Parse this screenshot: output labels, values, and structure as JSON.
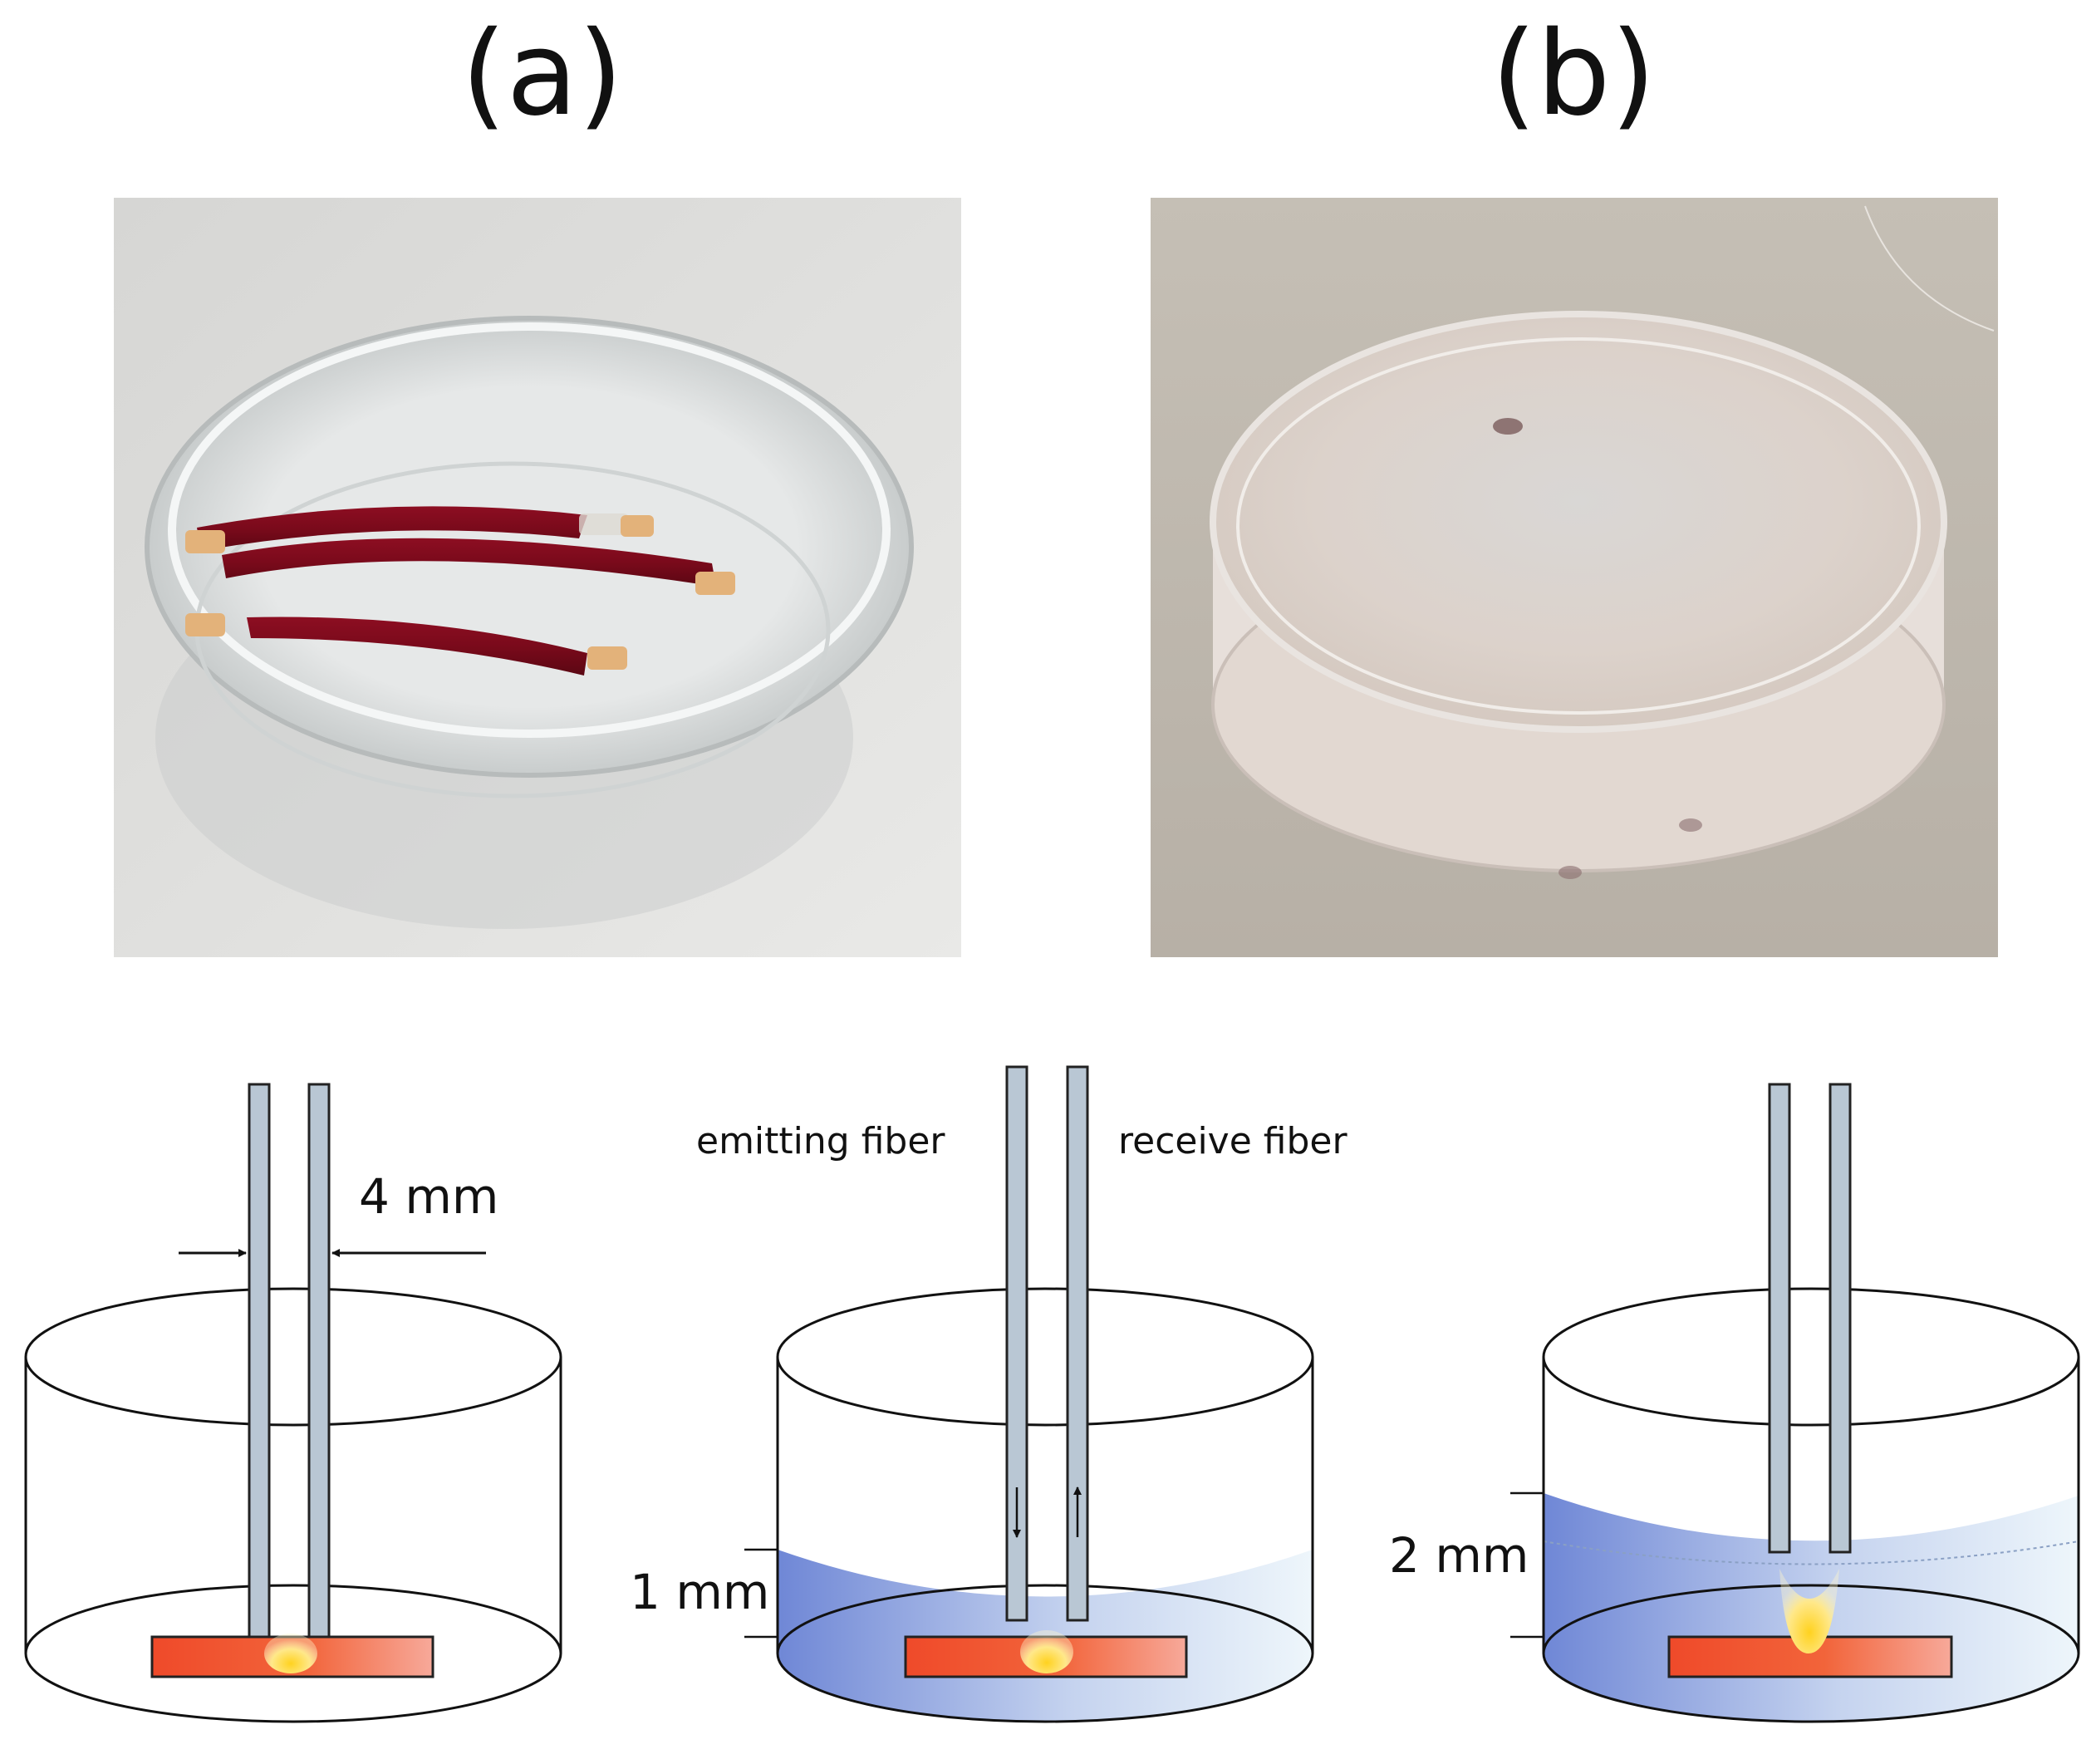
{
  "panels": {
    "a_label": "(a)",
    "b_label": "(b)"
  },
  "diagram": {
    "gap_label": "4 mm",
    "emitting_label": "emitting fiber",
    "receive_label": "receive fiber",
    "depth1_label": "1 mm",
    "depth2_label": "2 mm"
  },
  "colors": {
    "fiber": "#b9c7d4",
    "sample": "#e8462a",
    "liquid": "#6a86d6",
    "glow": "#ffd23a"
  }
}
